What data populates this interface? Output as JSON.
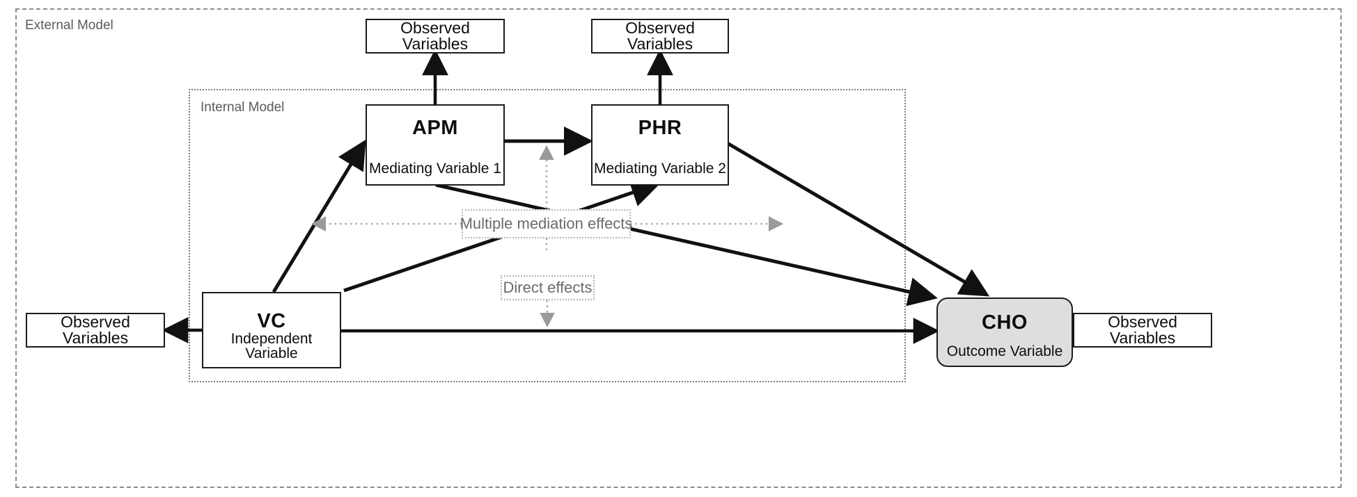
{
  "diagram": {
    "type": "multiple-mediation-path-model",
    "frames": [
      {
        "id": "external",
        "label": "External Model",
        "style": "dashed"
      },
      {
        "id": "internal",
        "label": "Internal Model",
        "style": "dotted"
      }
    ],
    "nodes": {
      "obs_top_left": {
        "label": "Observed Variables"
      },
      "obs_top_right": {
        "label": "Observed Variables"
      },
      "obs_left": {
        "label": "Observed Variables"
      },
      "obs_right": {
        "label": "Observed Variables"
      },
      "apm": {
        "title": "APM",
        "subtitle": "Mediating Variable 1"
      },
      "phr": {
        "title": "PHR",
        "subtitle": "Mediating Variable 2"
      },
      "vc": {
        "title": "VC",
        "subtitle": "Independent Variable"
      },
      "cho": {
        "title": "CHO",
        "subtitle": "Outcome Variable"
      }
    },
    "annotations": {
      "mediation": "Multiple mediation effects",
      "direct": "Direct effects"
    },
    "edges": [
      {
        "from": "apm",
        "to": "obs_top_left",
        "style": "solid"
      },
      {
        "from": "phr",
        "to": "obs_top_right",
        "style": "solid"
      },
      {
        "from": "vc",
        "to": "obs_left",
        "style": "solid"
      },
      {
        "from": "cho",
        "to": "obs_right",
        "style": "solid"
      },
      {
        "from": "vc",
        "to": "apm",
        "style": "solid"
      },
      {
        "from": "apm",
        "to": "phr",
        "style": "solid"
      },
      {
        "from": "vc",
        "to": "phr",
        "style": "solid"
      },
      {
        "from": "apm",
        "to": "cho",
        "style": "solid"
      },
      {
        "from": "phr",
        "to": "cho",
        "style": "solid"
      },
      {
        "from": "vc",
        "to": "cho",
        "style": "solid"
      }
    ],
    "colors": {
      "stroke": "#1b1b1b",
      "frame": "#8c8c8c",
      "outcome_fill": "#dedede",
      "annotation_text": "#6b6b6b",
      "background": "#ffffff"
    }
  }
}
